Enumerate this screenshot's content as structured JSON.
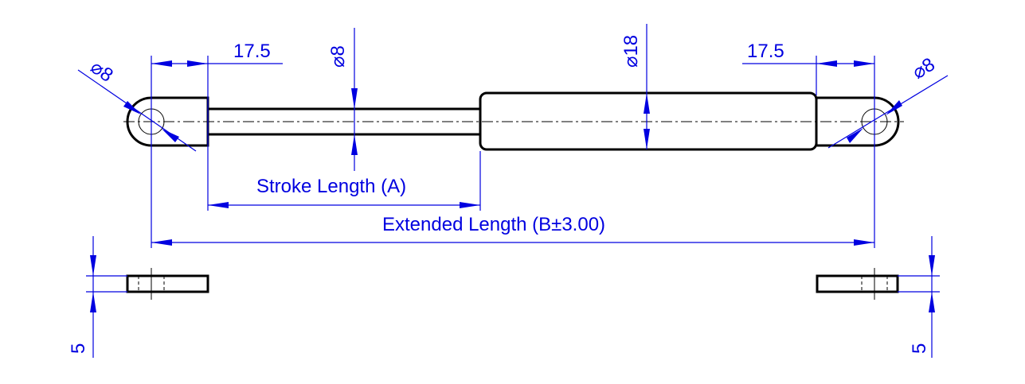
{
  "dimensions": {
    "left_eye_offset": "17.5",
    "right_eye_offset": "17.5",
    "rod_diameter": "⌀8",
    "body_diameter": "⌀18",
    "left_eye_hole": "⌀8",
    "right_eye_hole": "⌀8",
    "stroke_length": "Stroke Length (A)",
    "extended_length": "Extended Length (B±3.00)",
    "left_thickness": "5",
    "right_thickness": "5"
  },
  "colors": {
    "dimension": "#0000e0",
    "outline": "#000000"
  }
}
